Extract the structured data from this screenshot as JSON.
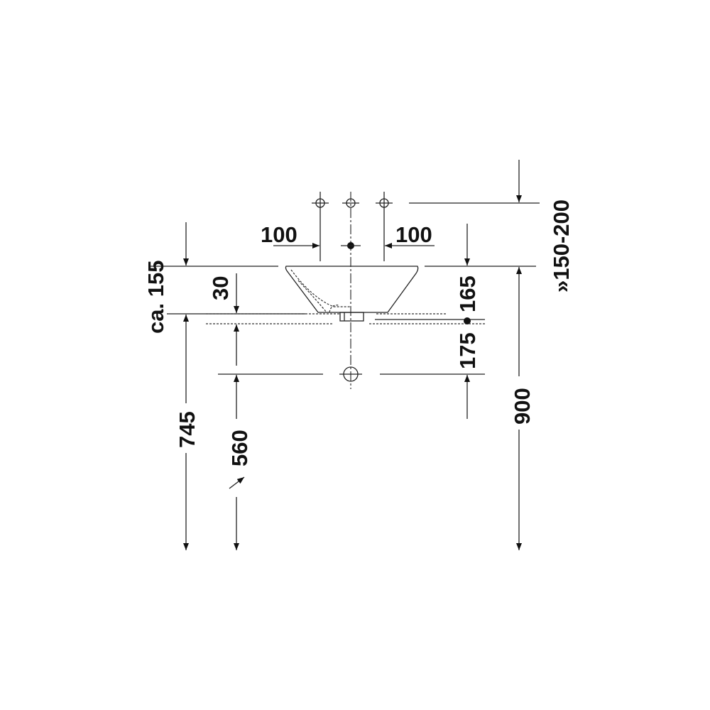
{
  "dimensions": {
    "tap_spacing_left": "100",
    "tap_spacing_right": "100",
    "tap_height_above": "»150-200",
    "basin_height": "ca. 155",
    "overflow_depth": "30",
    "upper_offset": "165",
    "lower_offset": "175",
    "counter_height": "745",
    "drain_height": "560",
    "total_height": "900"
  }
}
